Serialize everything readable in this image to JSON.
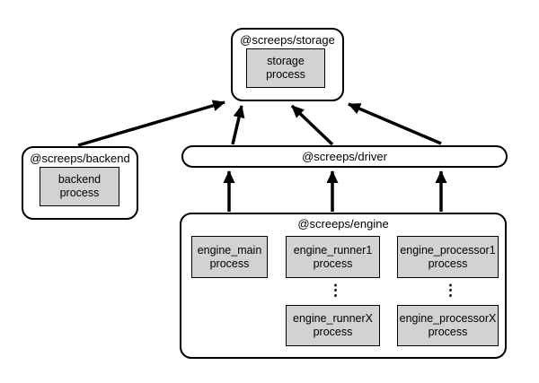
{
  "diagram": {
    "nodes": {
      "storage": {
        "title": "@screeps/storage",
        "process": [
          "storage",
          "process"
        ]
      },
      "backend": {
        "title": "@screeps/backend",
        "process": [
          "backend",
          "process"
        ]
      },
      "driver": {
        "title": "@screeps/driver"
      },
      "engine": {
        "title": "@screeps/engine",
        "main_process": [
          "engine_main",
          "process"
        ],
        "runner1_process": [
          "engine_runner1",
          "process"
        ],
        "processor1_process": [
          "engine_processor1",
          "process"
        ],
        "runnerX_process": [
          "engine_runnerX",
          "process"
        ],
        "processorX_process": [
          "engine_processorX",
          "process"
        ]
      }
    },
    "icons": {
      "vertical_ellipsis": "⋮"
    },
    "edges": [
      {
        "from": "backend",
        "to": "storage"
      },
      {
        "from": "driver",
        "to": "storage"
      },
      {
        "from": "driver",
        "to": "storage"
      },
      {
        "from": "driver",
        "to": "storage"
      },
      {
        "from": "engine",
        "to": "driver"
      },
      {
        "from": "engine",
        "to": "driver"
      },
      {
        "from": "engine",
        "to": "driver"
      }
    ],
    "colors": {
      "background": "#ffffff",
      "border": "#000000",
      "process_fill": "#d2d2d2",
      "arrow": "#000000"
    }
  }
}
